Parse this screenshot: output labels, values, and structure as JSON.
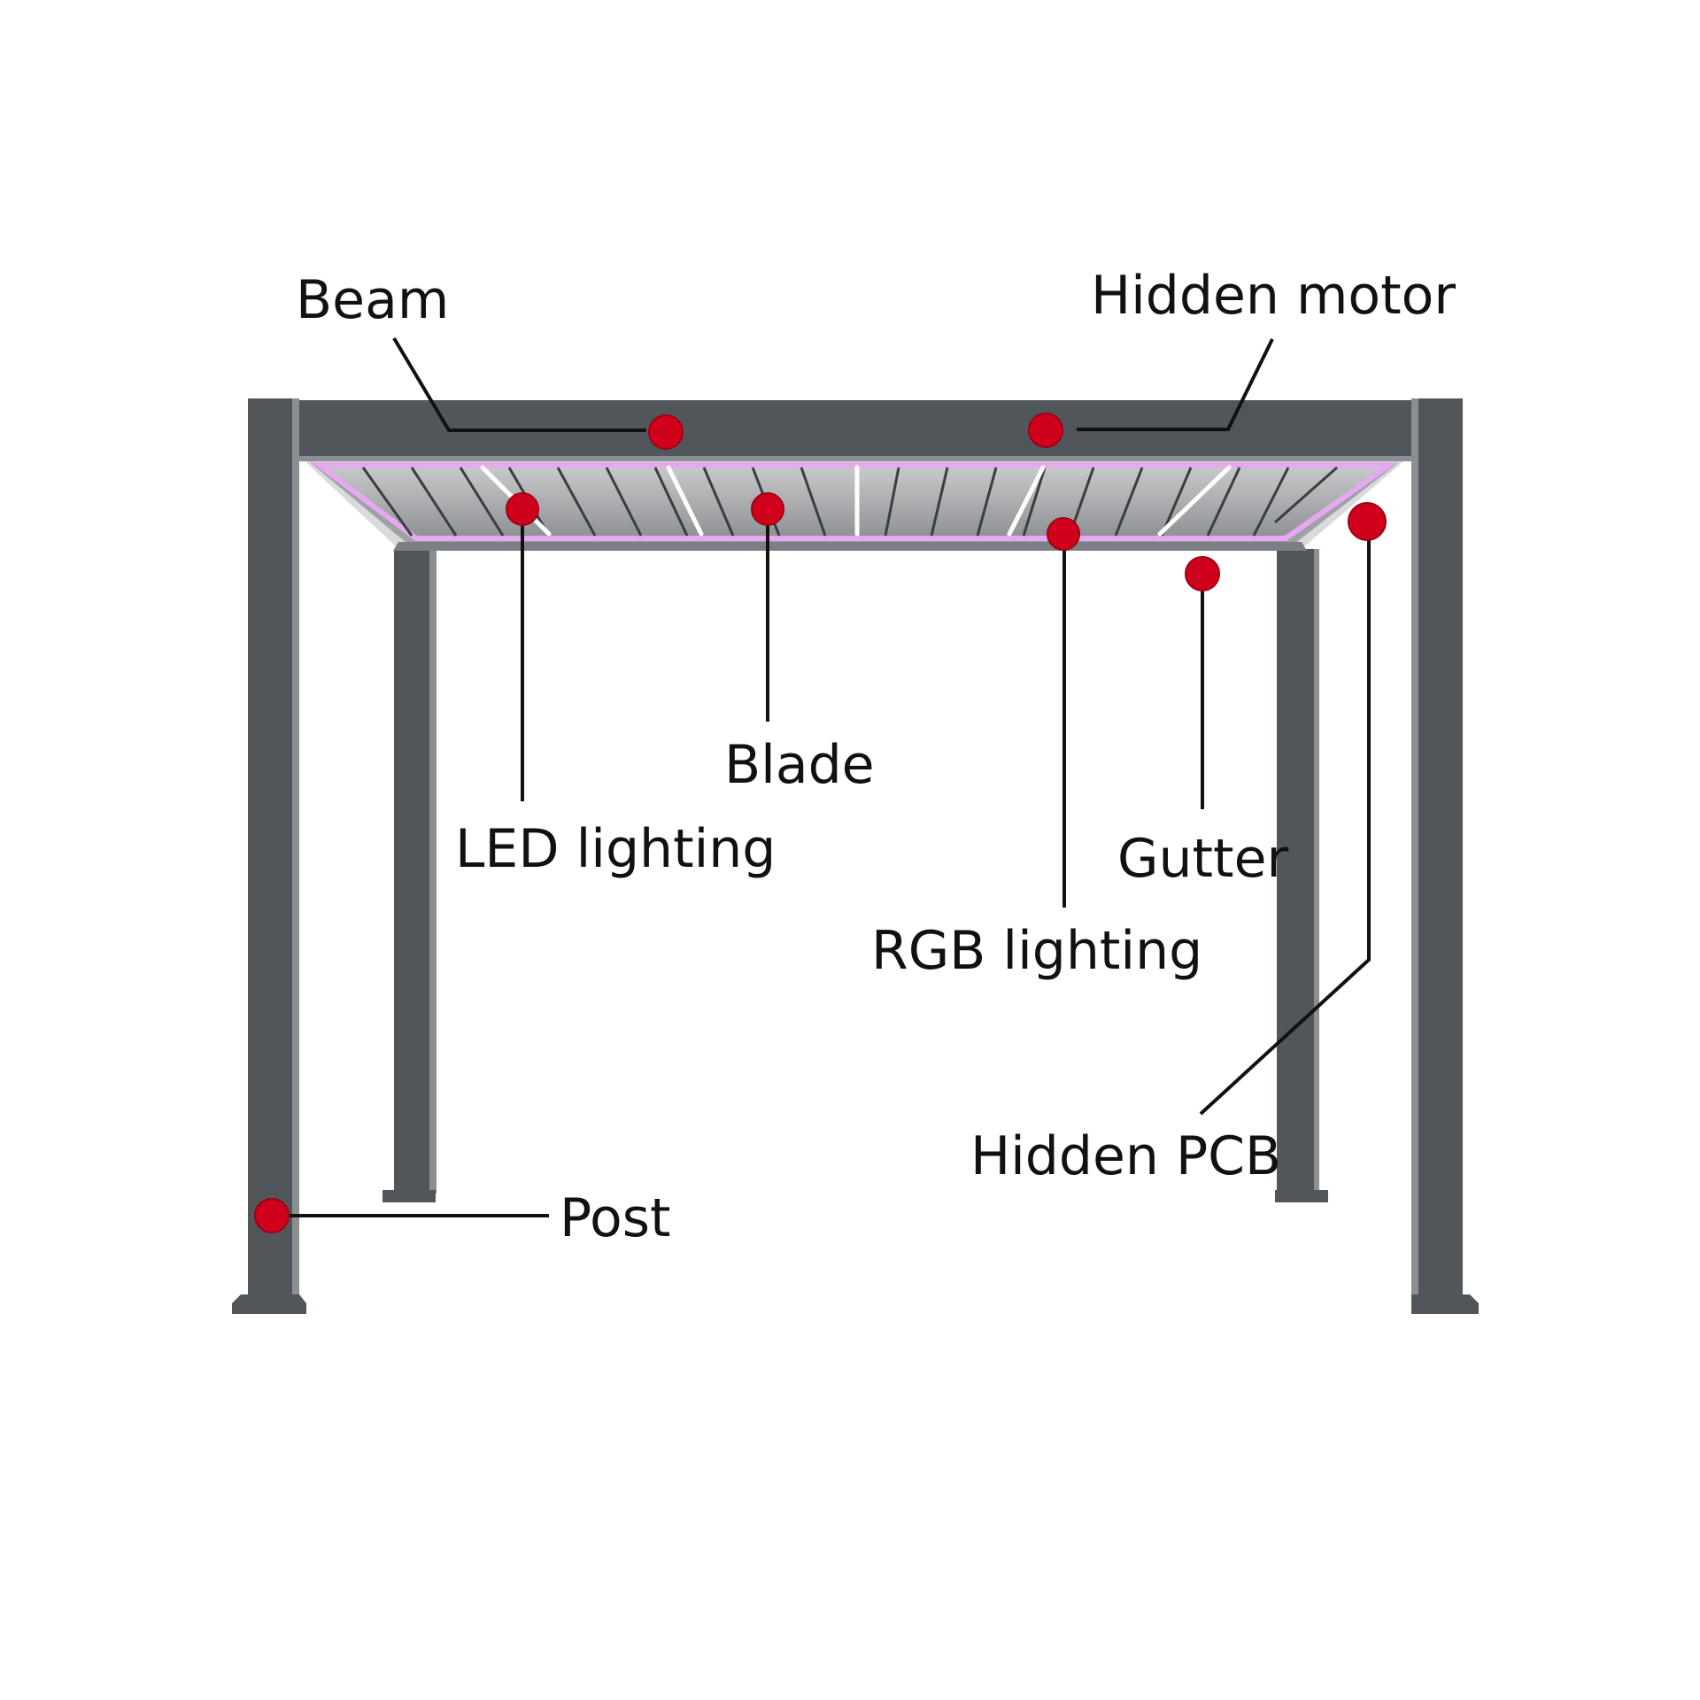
{
  "labels": {
    "beam": "Beam",
    "hidden_motor": "Hidden motor",
    "led_lighting": "LED lighting",
    "blade": "Blade",
    "rgb_lighting": "RGB lighting",
    "gutter": "Gutter",
    "hidden_pcb": "Hidden PCB",
    "post": "Post"
  },
  "colors": {
    "frame": "#50565a",
    "frame_light": "#8a8f93",
    "marker": "#d0021b",
    "rgb_glow": "#e6a8f0",
    "background": "#ffffff"
  }
}
